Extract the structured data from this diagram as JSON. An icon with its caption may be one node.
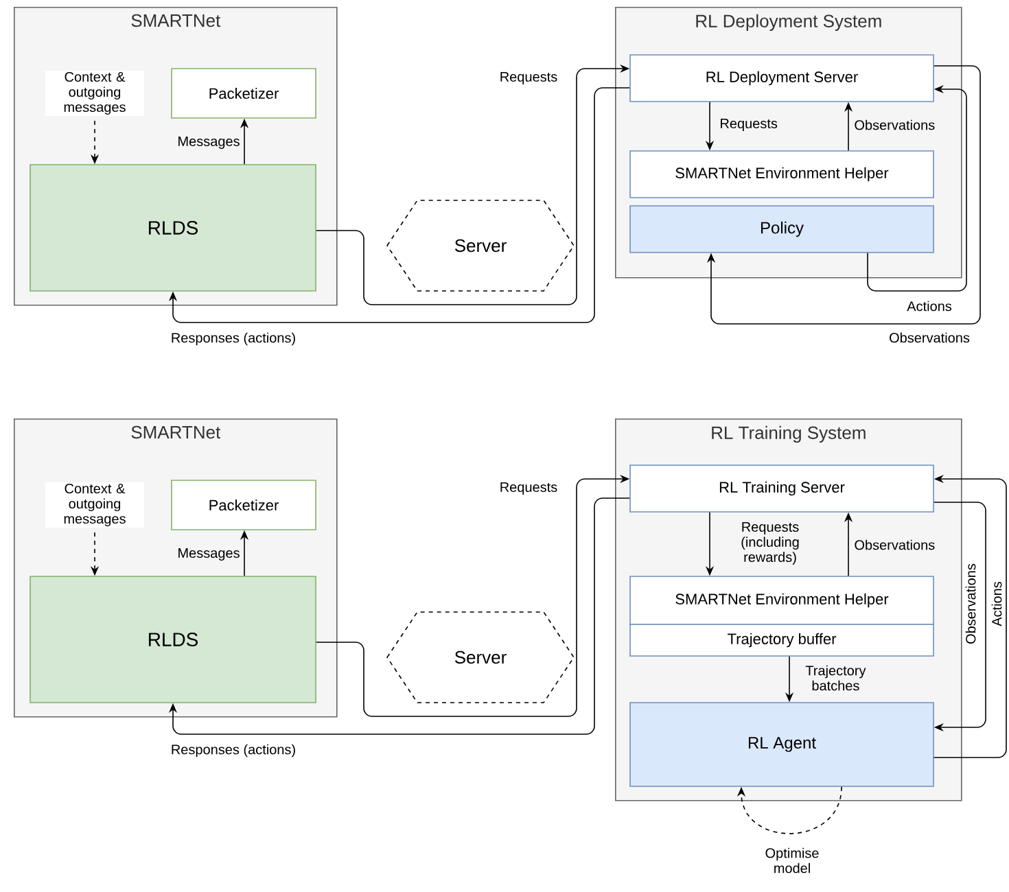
{
  "diagram": {
    "nodes": [
      {
        "text": [
          "SMARTNet"
        ]
      },
      {
        "text": [
          "Packetizer"
        ],
        "in": 0
      },
      {
        "text": [
          "RLDS"
        ],
        "in": 0
      },
      {
        "text": [
          "Server"
        ]
      },
      {
        "text": [
          "RL Deployment System"
        ]
      },
      {
        "text": [
          "RL Deployment Server"
        ],
        "in": 4
      },
      {
        "text": [
          "SMARTNet Environment Helper"
        ],
        "in": 4
      },
      {
        "text": [
          "Policy"
        ],
        "in": 4
      },
      {
        "text": [
          "SMARTNet"
        ]
      },
      {
        "text": [
          "Packetizer"
        ],
        "in": 8
      },
      {
        "text": [
          "RLDS"
        ],
        "in": 8
      },
      {
        "text": [
          "Server"
        ]
      },
      {
        "text": [
          "RL Training System"
        ]
      },
      {
        "text": [
          "RL Training Server"
        ],
        "in": 12
      },
      {
        "text": [
          "SMARTNet Environment Helper"
        ],
        "in": 12
      },
      {
        "text": [
          "Trajectory buffer"
        ],
        "in": 12
      },
      {
        "text": [
          "RL Agent"
        ],
        "in": 12
      }
    ],
    "edges": [
      {
        "from": null,
        "to": 2,
        "arrow": "to",
        "style": "dashed",
        "label": "Context & outgoing messages"
      },
      {
        "from": 2,
        "to": 1,
        "arrow": "to",
        "label": "Messages"
      },
      {
        "from": 2,
        "to": 5,
        "arrow": "to",
        "label": "Requests"
      },
      {
        "from": 5,
        "to": 2,
        "arrow": "to",
        "label": "Responses (actions)"
      },
      {
        "from": 5,
        "to": 6,
        "arrow": "to",
        "label": "Requests"
      },
      {
        "from": 6,
        "to": 5,
        "arrow": "to",
        "label": "Observations"
      },
      {
        "from": 7,
        "to": 5,
        "arrow": "to",
        "label": "Actions"
      },
      {
        "from": 5,
        "to": 7,
        "arrow": "to",
        "label": "Observations"
      },
      {
        "from": null,
        "to": 10,
        "arrow": "to",
        "style": "dashed",
        "label": "Context & outgoing messages"
      },
      {
        "from": 10,
        "to": 9,
        "arrow": "to",
        "label": "Messages"
      },
      {
        "from": 10,
        "to": 13,
        "arrow": "to",
        "label": "Requests"
      },
      {
        "from": 13,
        "to": 10,
        "arrow": "to",
        "label": "Responses (actions)"
      },
      {
        "from": 13,
        "to": 14,
        "arrow": "to",
        "label": "Requests (including rewards)"
      },
      {
        "from": 14,
        "to": 13,
        "arrow": "to",
        "label": "Observations"
      },
      {
        "from": 15,
        "to": 16,
        "arrow": "to",
        "label": "Trajectory batches"
      },
      {
        "from": 13,
        "to": 16,
        "arrow": "to",
        "label": "Observations"
      },
      {
        "from": 16,
        "to": 13,
        "arrow": "to",
        "label": "Actions"
      },
      {
        "from": 16,
        "to": 16,
        "arrow": "to",
        "style": "dashed",
        "label": "Optimise model"
      }
    ]
  }
}
